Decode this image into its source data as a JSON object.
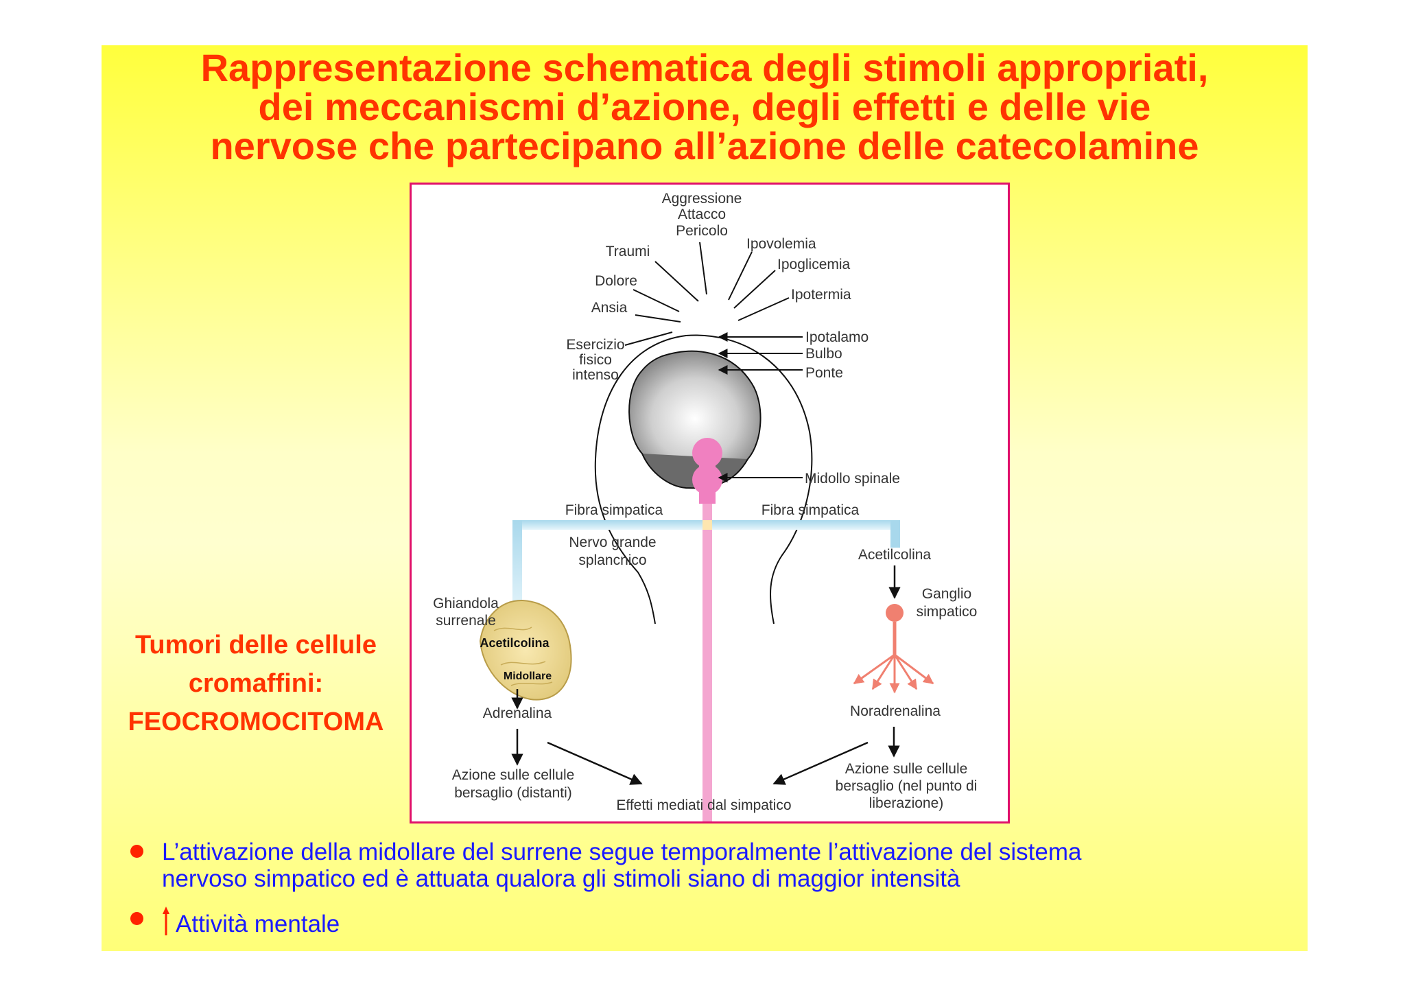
{
  "title": {
    "lines": [
      "Rappresentazione schematica degli stimoli appropriati,",
      "dei meccaniscmi d’azione, degli effetti e delle vie",
      "nervose che partecipano all’azione delle catecolamine"
    ]
  },
  "diagram": {
    "stimuli": {
      "aggressione": "Aggressione",
      "attacco": "Attacco",
      "pericolo": "Pericolo",
      "traumi": "Traumi",
      "dolore": "Dolore",
      "ansia": "Ansia",
      "esercizio_1": "Esercizio",
      "esercizio_2": "fisico",
      "esercizio_3": "intenso",
      "ipovolemia": "Ipovolemia",
      "ipoglicemia": "Ipoglicemia",
      "ipotermia": "Ipotermia"
    },
    "brain": {
      "ipotalamo": "Ipotalamo",
      "bulbo": "Bulbo",
      "ponte": "Ponte",
      "midollo": "Midollo spinale"
    },
    "left": {
      "fibra": "Fibra simpatica",
      "nervo_1": "Nervo grande",
      "nervo_2": "splancnico",
      "ghiandola_1": "Ghiandola",
      "ghiandola_2": "surrenale",
      "acetilcolina": "Acetilcolina",
      "midollare": "Midollare",
      "adrenalina": "Adrenalina",
      "azione_1": "Azione sulle cellule",
      "azione_2": "bersaglio (distanti)"
    },
    "right": {
      "fibra": "Fibra simpatica",
      "acetilcolina": "Acetilcolina",
      "ganglio_1": "Ganglio",
      "ganglio_2": "simpatico",
      "noradrenalina": "Noradrenalina",
      "azione_1": "Azione sulle cellule",
      "azione_2": "bersaglio (nel punto di",
      "azione_3": "liberazione)"
    },
    "effetti": "Effetti mediati dal simpatico"
  },
  "side_note": {
    "lines": [
      "Tumori delle cellule",
      "cromaffini:",
      "FEOCROMOCITOMA"
    ]
  },
  "bullets": [
    {
      "lines": [
        "L’attivazione della midollare del surrene segue temporalmente l’attivazione del sistema",
        "nervoso simpatico ed è attuata qualora gli stimoli siano di maggior intensità"
      ]
    },
    {
      "text": "Attività mentale"
    }
  ],
  "colors": {
    "title": "#ff3300",
    "bullets": "#1a1aff",
    "frame": "#e0106a",
    "nerve": "#f4a6d0"
  }
}
